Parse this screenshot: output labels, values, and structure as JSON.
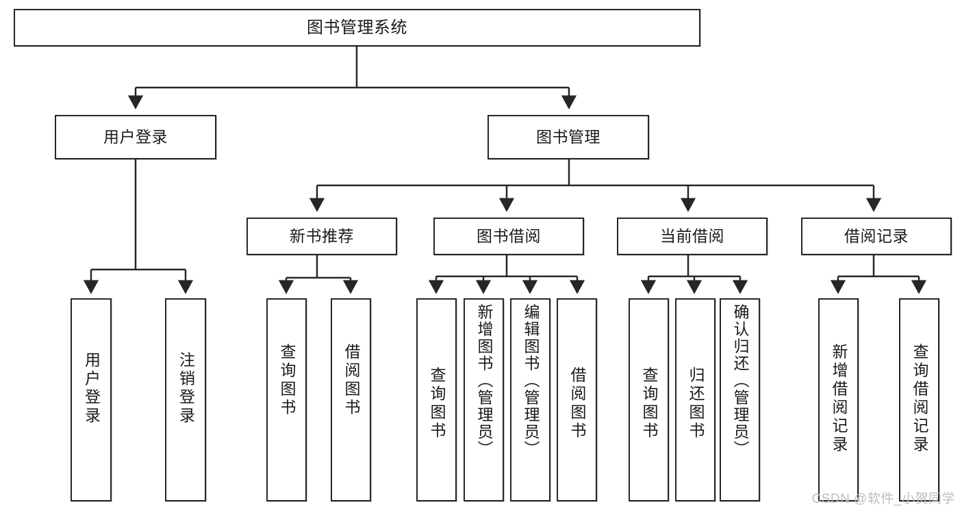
{
  "diagram": {
    "type": "hierarchy-tree",
    "title": "图书管理系统",
    "root": {
      "label": "图书管理系统"
    },
    "level2": [
      {
        "label": "用户登录"
      },
      {
        "label": "图书管理"
      }
    ],
    "level3": [
      {
        "label": "新书推荐"
      },
      {
        "label": "图书借阅"
      },
      {
        "label": "当前借阅"
      },
      {
        "label": "借阅记录"
      }
    ],
    "leaves": {
      "user_login": [
        {
          "label": "用户登录"
        },
        {
          "label": "注销登录"
        }
      ],
      "new_book_recommend": [
        {
          "label": "查询图书"
        },
        {
          "label": "借阅图书"
        }
      ],
      "book_borrow": [
        {
          "label": "查询图书"
        },
        {
          "label": "新增图书（管理员）"
        },
        {
          "label": "编辑图书（管理员）"
        },
        {
          "label": "借阅图书"
        }
      ],
      "current_borrow": [
        {
          "label": "查询图书"
        },
        {
          "label": "归还图书"
        },
        {
          "label": "确认归还（管理员）"
        }
      ],
      "borrow_record": [
        {
          "label": "新增借阅记录"
        },
        {
          "label": "查询借阅记录"
        }
      ]
    }
  },
  "watermark": {
    "text": "CSDN @软件_小贺同学"
  },
  "colors": {
    "stroke": "#262626",
    "text": "#1a1a1a",
    "background": "#ffffff",
    "watermark": "#bdbdbd"
  }
}
